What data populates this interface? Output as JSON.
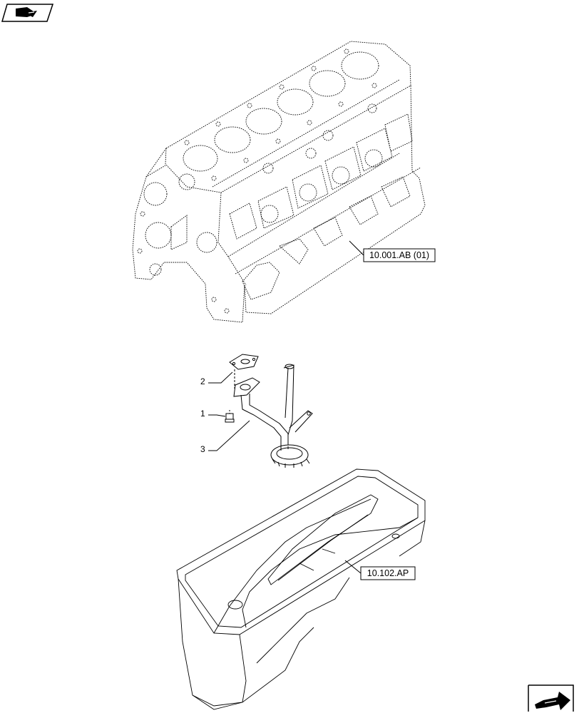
{
  "references": {
    "engine_block": "10.001.AB (01)",
    "oil_pan": "10.102.AP"
  },
  "callouts": [
    {
      "id": "callout-2",
      "number": "2"
    },
    {
      "id": "callout-1",
      "number": "1"
    },
    {
      "id": "callout-3",
      "number": "3"
    }
  ],
  "icons": {
    "top_left": "previous-page-arrow-icon",
    "bottom_right": "next-page-arrow-icon"
  },
  "colors": {
    "line": "#000000",
    "background": "#ffffff"
  }
}
